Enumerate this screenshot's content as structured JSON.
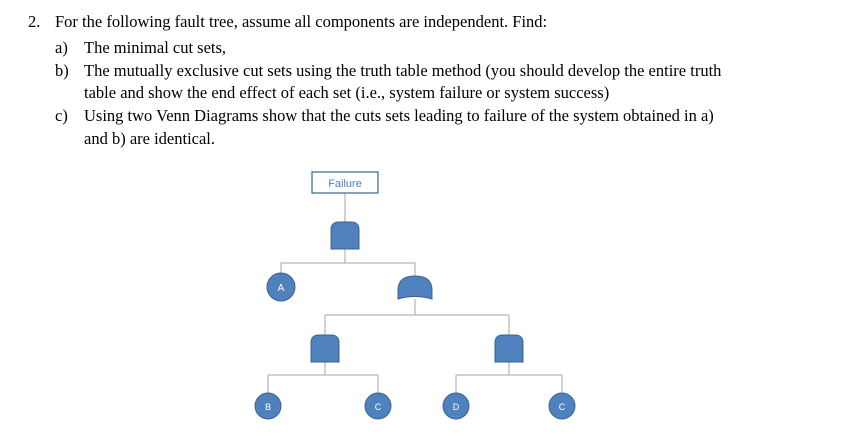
{
  "question": {
    "number": "2.",
    "intro": "For the following fault tree, assume all components are independent. Find:",
    "items": [
      {
        "label": "a)",
        "lines": [
          "The minimal cut sets,"
        ]
      },
      {
        "label": "b)",
        "lines": [
          "The mutually exclusive cut sets using the truth table method (you should develop the entire truth",
          "table and show the end effect of each set (i.e., system failure or system success)"
        ]
      },
      {
        "label": "c)",
        "lines": [
          "Using two Venn Diagrams show that the cuts sets leading to failure of the system obtained in a)",
          "and b) are identical."
        ]
      }
    ]
  },
  "tree": {
    "top_event": "Failure",
    "events": {
      "a": "A",
      "b": "B",
      "c1": "C",
      "d": "D",
      "c2": "C"
    },
    "colors": {
      "fill": "#4F81BD",
      "stroke": "#3A6491",
      "line": "#A6A6A6",
      "label_text": "#FFFFFF"
    }
  }
}
